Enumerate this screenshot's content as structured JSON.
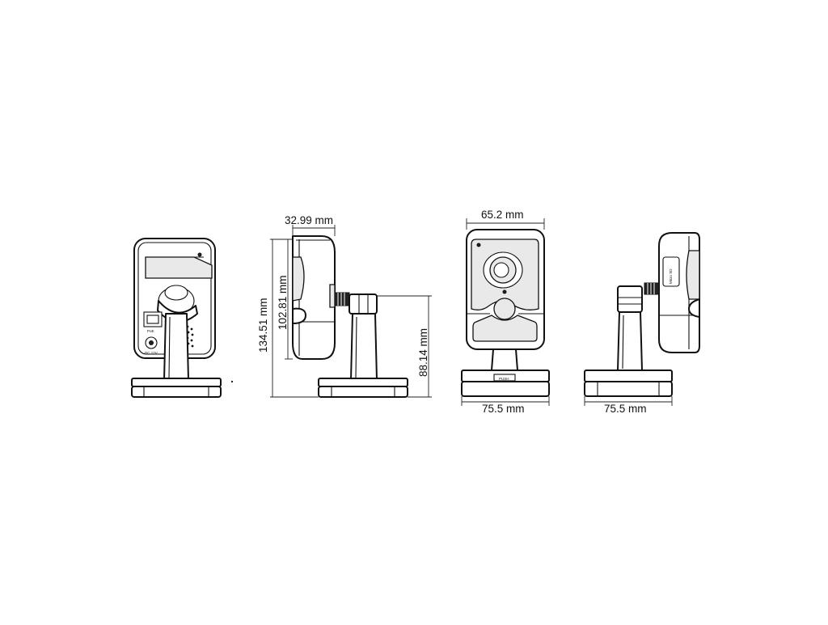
{
  "views": [
    {
      "name": "rear-view",
      "labels": {
        "poe": "PoE",
        "power": "DC 12V"
      }
    },
    {
      "name": "side-view-left",
      "dimensions": {
        "depth": "32.99 mm",
        "height_total": "134.51 mm",
        "height_body": "102.81 mm",
        "height_mount": "88.14 mm"
      }
    },
    {
      "name": "front-view",
      "labels": {
        "push_button": "PUSH"
      },
      "dimensions": {
        "width_body": "65.2 mm",
        "width_base": "75.5 mm"
      }
    },
    {
      "name": "side-view-right",
      "labels": {
        "card_slot": "Micro SD"
      },
      "dimensions": {
        "width_base": "75.5 mm"
      }
    }
  ],
  "colors": {
    "line": "#111111",
    "background": "#ffffff",
    "panel_grey": "#e9e9e9"
  }
}
